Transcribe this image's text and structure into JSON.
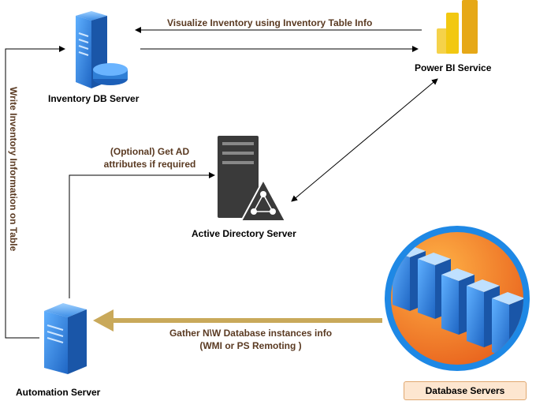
{
  "nodes": {
    "inventory_db": "Inventory DB Server",
    "power_bi": "Power BI Service",
    "active_directory": "Active Directory Server",
    "automation": "Automation Server",
    "database_servers": "Database Servers"
  },
  "edges": {
    "visualize": "Visualize Inventory using Inventory Table Info",
    "ad_attributes": [
      "(Optional) Get AD",
      "attributes if required"
    ],
    "write_inventory": "Write Inventory Information on Table",
    "gather": [
      "Gather N\\W Database instances info",
      "(WMI or PS Remoting )"
    ]
  },
  "colors": {
    "server_blue": "#2f7fd6",
    "ad_server": "#3a3a3a",
    "powerbi_yellow": "#f2c811",
    "gather_arrow": "#c9a95a",
    "db_circle_outer": "#1e88e5",
    "db_circle_inner": "#f57c2a",
    "label_brown": "#5a3a22"
  }
}
